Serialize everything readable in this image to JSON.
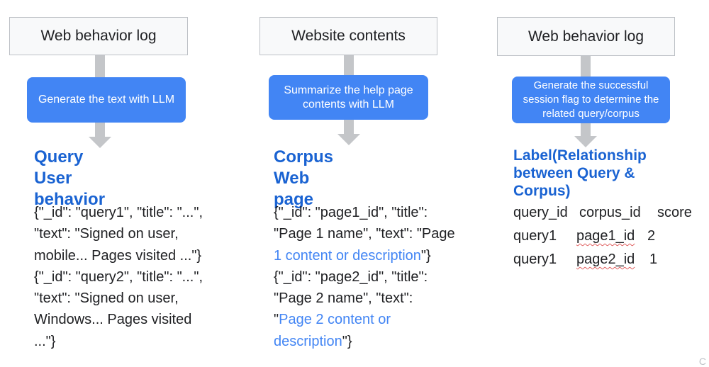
{
  "columns": [
    {
      "source": "Web behavior log",
      "step": "Generate the text with LLM",
      "output_title": "Query\nUser behavior",
      "json_lines": [
        [
          {
            "t": "{\"_id\": \"query1\", \"title\": \"...\","
          }
        ],
        [
          {
            "t": "\"text\": \"Signed on user,"
          }
        ],
        [
          {
            "t": "mobile... Pages visited ...\"}"
          }
        ],
        [
          {
            "t": "{\"_id\": \"query2\", \"title\": \"...\","
          }
        ],
        [
          {
            "t": "\"text\": \"Signed on user,"
          }
        ],
        [
          {
            "t": "Windows... Pages visited"
          }
        ],
        [
          {
            "t": "...\"}"
          }
        ]
      ]
    },
    {
      "source": "Website contents",
      "step": "Summarize the help page contents with LLM",
      "output_title": "Corpus\nWeb page",
      "json_lines": [
        [
          {
            "t": "{\"_id\": \"page1_id\", \"title\":"
          }
        ],
        [
          {
            "t": "\"Page 1 name\", \"text\": \"Page"
          }
        ],
        [
          {
            "t": "1 content or description",
            "hl": true
          },
          {
            "t": "\"}"
          }
        ],
        [
          {
            "t": "{\"_id\": \"page2_id\", \"title\":"
          }
        ],
        [
          {
            "t": "\"Page 2 name\", \"text\":"
          }
        ],
        [
          {
            "t": "\""
          },
          {
            "t": "Page 2 content or",
            "hl": true
          }
        ],
        [
          {
            "t": "description",
            "hl": true
          },
          {
            "t": "\"}"
          }
        ]
      ]
    },
    {
      "source": "Web behavior log",
      "step": "Generate the successful session flag to determine the related query/corpus",
      "output_title": "Label(Relationship\nbetween Query & Corpus)",
      "table": {
        "headers": [
          "query_id",
          "corpus_id",
          "score"
        ],
        "rows": [
          [
            "query1",
            "page1_id",
            "2"
          ],
          [
            "query1",
            "page2_id",
            "1"
          ]
        ]
      }
    }
  ],
  "colors": {
    "step_fill": "#4285f4",
    "title_blue": "#1a63d2",
    "highlight_text": "#4285f4",
    "arrow_gray": "#c4c6c9"
  }
}
